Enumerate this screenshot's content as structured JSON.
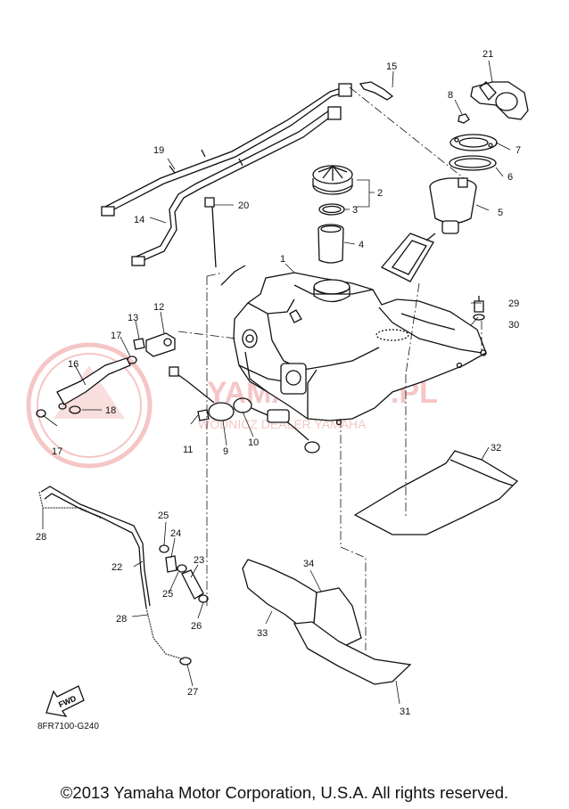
{
  "diagram": {
    "code": "8FR7100-G240",
    "copyright": "©2013 Yamaha Motor Corporation, U.S.A. All rights reserved.",
    "fwd_label": "FWD",
    "watermark": {
      "main": "YAMASKLEP.PL",
      "sub": "WODNICZ DEALER YAMAHA",
      "color": "#f2b3b3"
    },
    "callouts": [
      "1",
      "2",
      "3",
      "4",
      "5",
      "6",
      "7",
      "8",
      "9",
      "10",
      "11",
      "12",
      "13",
      "14",
      "15",
      "16",
      "17",
      "17",
      "18",
      "19",
      "20",
      "21",
      "22",
      "23",
      "24",
      "25",
      "25",
      "26",
      "27",
      "28",
      "28",
      "29",
      "30",
      "31",
      "32",
      "33",
      "34"
    ]
  }
}
